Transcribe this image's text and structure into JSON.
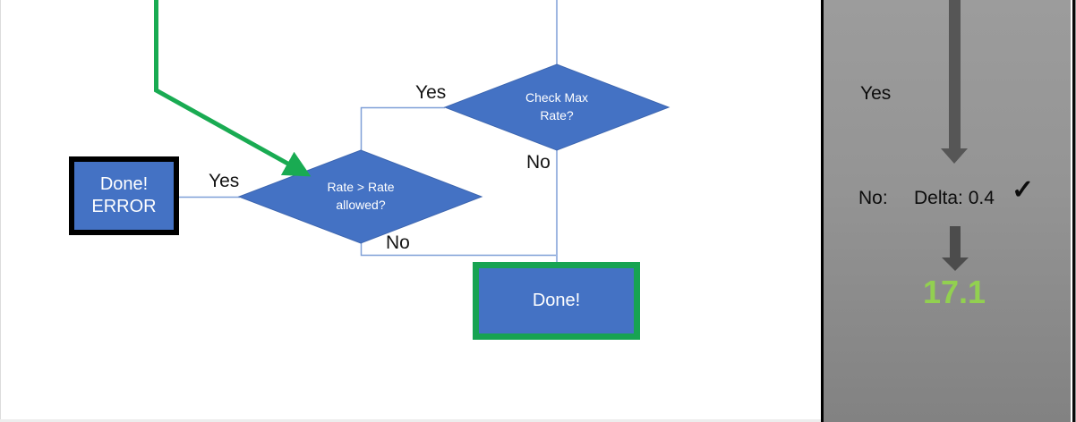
{
  "colors": {
    "shape_blue": "#4472c4",
    "connector_blue": "#7f9fd7",
    "flow_green": "#19ab52",
    "done_border_green": "#17a352",
    "error_border_black": "#000000",
    "panel_gray_top": "#9c9c9c",
    "panel_gray_bottom": "#828282",
    "arrow_gray": "#565656",
    "result_green": "#92d050"
  },
  "flowchart": {
    "decisions": {
      "check_max_rate": {
        "label": "Check Max Rate?"
      },
      "rate_allowed": {
        "label": "Rate > Rate allowed?"
      }
    },
    "terminals": {
      "done_error": {
        "line1": "Done!",
        "line2": "ERROR"
      },
      "done": {
        "label": "Done!"
      }
    },
    "edge_labels": {
      "check_max_yes": "Yes",
      "check_max_no": "No",
      "rate_yes": "Yes",
      "rate_no": "No"
    }
  },
  "side_panel": {
    "yes_label": "Yes",
    "no_label": "No:",
    "delta_label": "Delta: 0.4",
    "check_icon": "✓",
    "result_value": "17.1"
  }
}
